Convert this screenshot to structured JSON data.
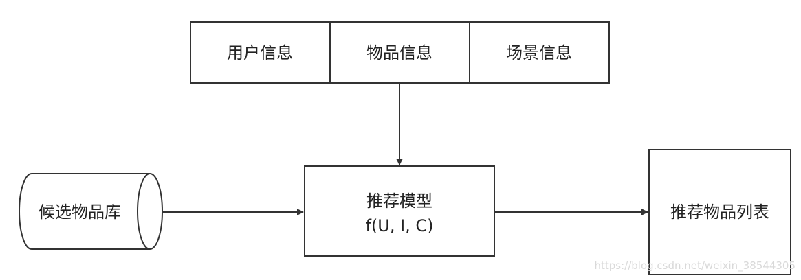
{
  "inputs": {
    "user_info": "用户信息",
    "item_info": "物品信息",
    "scene_info": "场景信息"
  },
  "candidate_pool": "候选物品库",
  "model": {
    "title": "推荐模型",
    "formula": "f(U, I, C)"
  },
  "output_list": "推荐物品列表",
  "watermark": "https://blog.csdn.net/weixin_38544305"
}
